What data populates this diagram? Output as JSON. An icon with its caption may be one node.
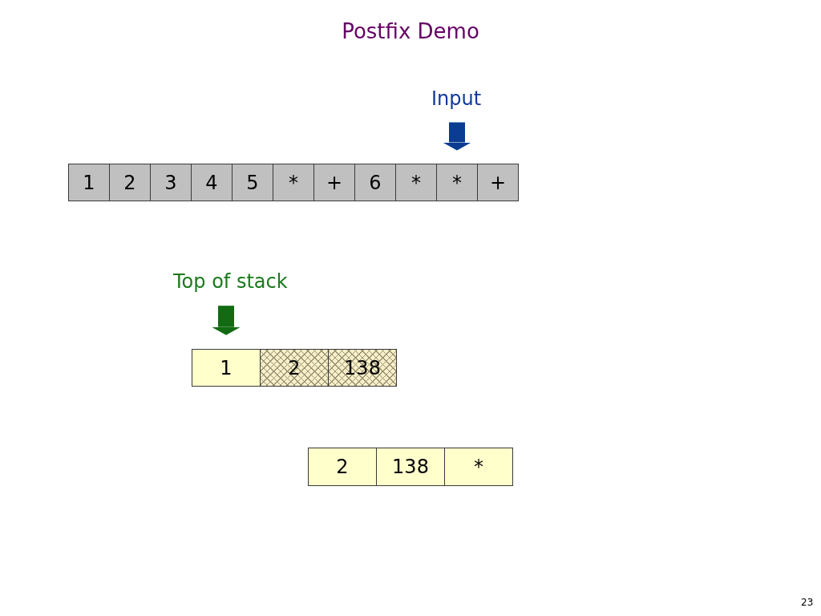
{
  "diagram": {
    "title": "Postfix Demo",
    "nodes": [
      {
        "text": [
          "Input"
        ]
      },
      {
        "text": [
          "1"
        ]
      },
      {
        "text": [
          "2"
        ]
      },
      {
        "text": [
          "3"
        ]
      },
      {
        "text": [
          "4"
        ]
      },
      {
        "text": [
          "5"
        ]
      },
      {
        "text": [
          "*"
        ]
      },
      {
        "text": [
          "+"
        ]
      },
      {
        "text": [
          "6"
        ]
      },
      {
        "text": [
          "*"
        ]
      },
      {
        "text": [
          "*"
        ]
      },
      {
        "text": [
          "+"
        ]
      },
      {
        "text": [
          "Top of stack"
        ]
      },
      {
        "text": [
          "1"
        ]
      },
      {
        "text": [
          "2"
        ]
      },
      {
        "text": [
          "138"
        ]
      },
      {
        "text": [
          "2"
        ]
      },
      {
        "text": [
          "138"
        ]
      },
      {
        "text": [
          "*"
        ]
      }
    ],
    "edges": [
      {
        "from": 0,
        "to": 10,
        "arrow": "to",
        "color": "#0a3d91"
      },
      {
        "from": 12,
        "to": 13,
        "arrow": "to",
        "color": "#126b12"
      }
    ],
    "labels": [
      "23"
    ]
  }
}
